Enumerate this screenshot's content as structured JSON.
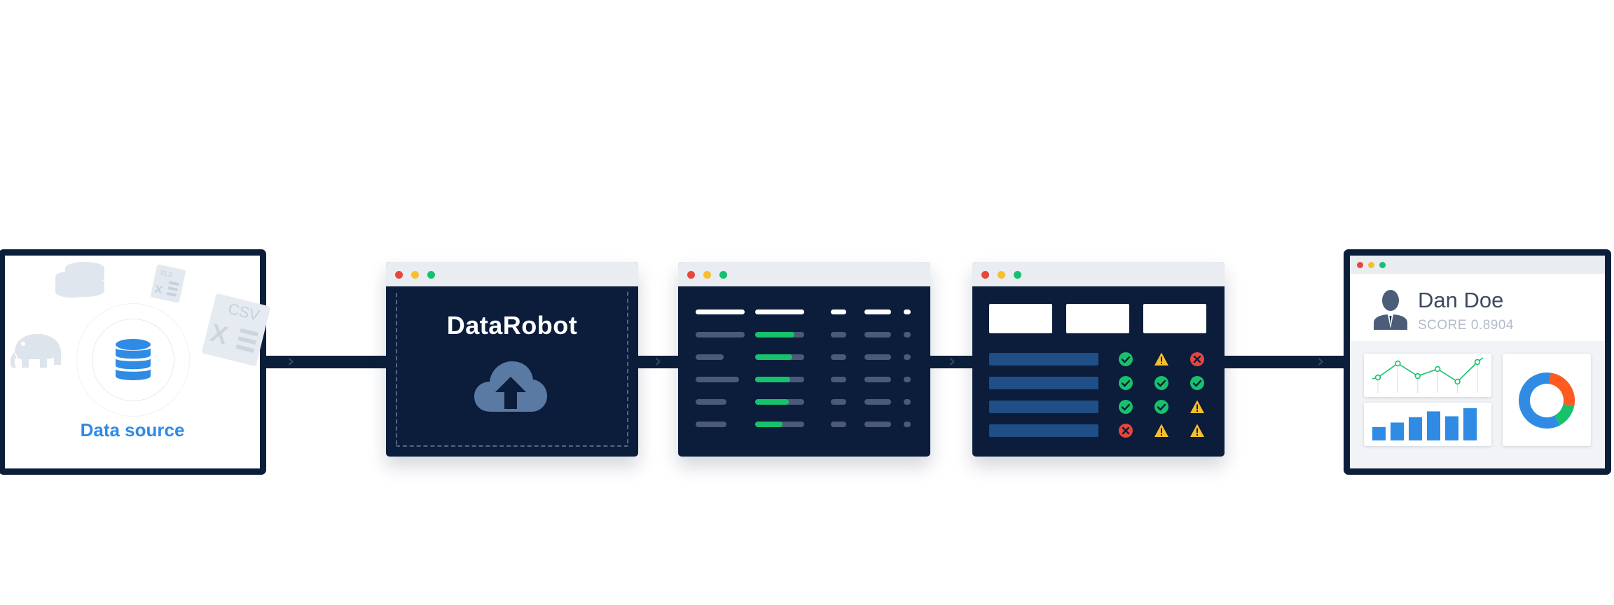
{
  "source": {
    "label": "Data source",
    "icons": [
      "database-stack-icon",
      "xls-file-icon",
      "csv-file-icon",
      "hadoop-elephant-icon",
      "database-icon"
    ],
    "xls_text": "XLS",
    "csv_text": "CSV"
  },
  "upload_window": {
    "brand": "DataRobot",
    "icon": "cloud-upload-icon"
  },
  "results_window": {
    "rows": 5,
    "progress": [
      0.8,
      0.75,
      0.72,
      0.68,
      0.55
    ]
  },
  "checks_window": {
    "status_rows": [
      [
        "ok",
        "warn",
        "error"
      ],
      [
        "ok",
        "ok",
        "ok"
      ],
      [
        "ok",
        "ok",
        "warn"
      ],
      [
        "error",
        "warn",
        "warn"
      ]
    ]
  },
  "profile": {
    "name": "Dan Doe",
    "score_label": "SCORE 0.8904",
    "line_values": [
      2,
      4,
      2.2,
      3.2,
      1.4,
      4.2
    ],
    "bar_values": [
      3,
      4,
      5.2,
      6.5,
      5.4,
      7.2
    ],
    "donut": {
      "segments": [
        0.6,
        0.26,
        0.14
      ],
      "colors": [
        "#2f8be4",
        "#ff5a1f",
        "#16c26b"
      ]
    }
  },
  "colors": {
    "navy": "#0c1f3a",
    "blue": "#2f8be4",
    "green": "#16c26b",
    "red": "#e8453c",
    "amber": "#f7be2f"
  }
}
